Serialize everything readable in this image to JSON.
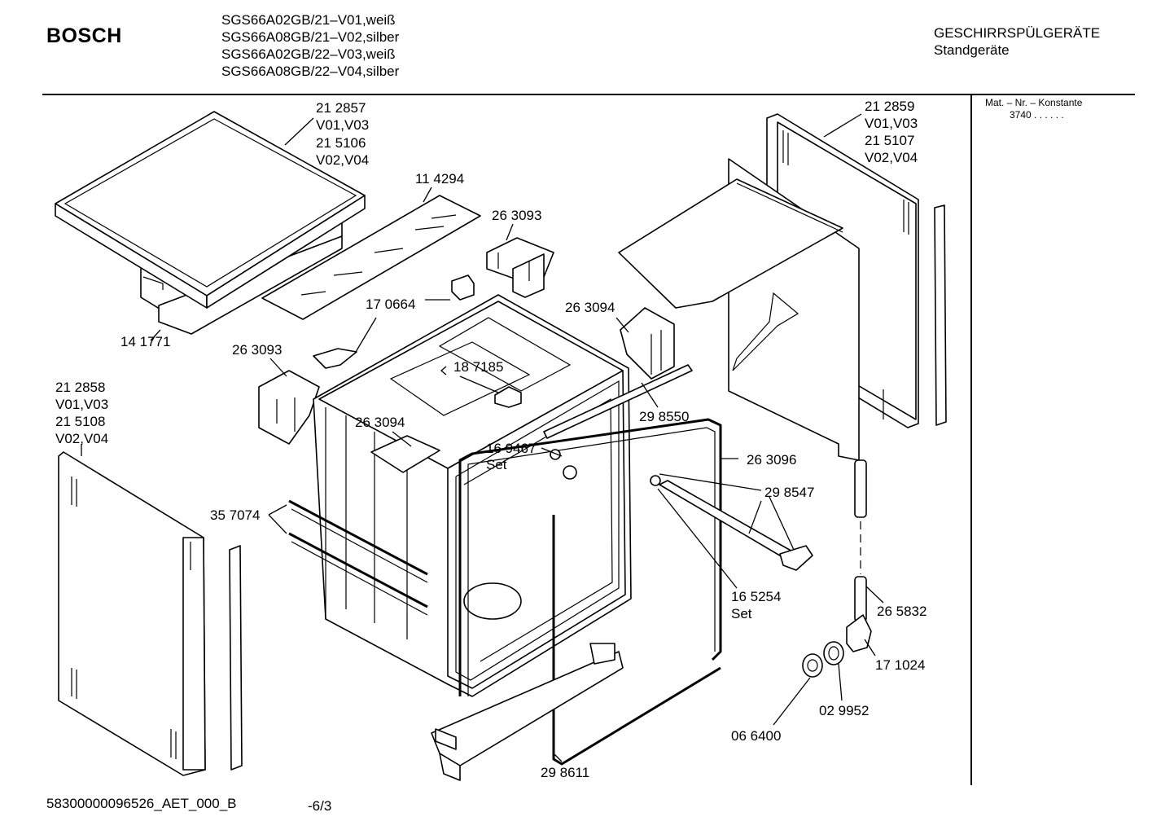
{
  "header": {
    "brand": "BOSCH",
    "models": [
      "SGS66A02GB/21–V01,weiß",
      "SGS66A08GB/21–V02,silber",
      "SGS66A02GB/22–V03,weiß",
      "SGS66A08GB/22–V04,silber"
    ],
    "category": "GESCHIRRSPÜLGERÄTE",
    "subcategory": "Standgeräte"
  },
  "side_note": {
    "label": "Mat. – Nr. – Konstante",
    "code": "3740",
    "dots": ". . . . . ."
  },
  "footer": {
    "doc_number": "58300000096526_AET_000_B",
    "page": "-6/3"
  },
  "part_labels": [
    {
      "id": "p212857",
      "lines": [
        "21 2857",
        "V01,V03",
        "21 5106",
        "V02,V04"
      ]
    },
    {
      "id": "p114294",
      "lines": [
        "11 4294"
      ]
    },
    {
      "id": "p263093a",
      "lines": [
        "26 3093"
      ]
    },
    {
      "id": "p170664",
      "lines": [
        "17 0664"
      ]
    },
    {
      "id": "p141771",
      "lines": [
        "14 1771"
      ]
    },
    {
      "id": "p263093b",
      "lines": [
        "26 3093"
      ]
    },
    {
      "id": "p263094a",
      "lines": [
        "26 3094"
      ]
    },
    {
      "id": "p187185",
      "lines": [
        "18 7185"
      ]
    },
    {
      "id": "p212859",
      "lines": [
        "21 2859",
        "V01,V03",
        "21 5107",
        "V02,V04"
      ]
    },
    {
      "id": "p212858",
      "lines": [
        "21 2858",
        "V01,V03",
        "21 5108",
        "V02,V04"
      ]
    },
    {
      "id": "p263094b",
      "lines": [
        "26 3094"
      ]
    },
    {
      "id": "p298550",
      "lines": [
        "29 8550"
      ]
    },
    {
      "id": "p169467",
      "lines": [
        "16 9467",
        "Set"
      ]
    },
    {
      "id": "p263096",
      "lines": [
        "26 3096"
      ]
    },
    {
      "id": "p298547",
      "lines": [
        "29 8547"
      ]
    },
    {
      "id": "p357074",
      "lines": [
        "35 7074"
      ]
    },
    {
      "id": "p165254",
      "lines": [
        "16 5254",
        "Set"
      ]
    },
    {
      "id": "p265832",
      "lines": [
        "26 5832"
      ]
    },
    {
      "id": "p171024",
      "lines": [
        "17 1024"
      ]
    },
    {
      "id": "p029952",
      "lines": [
        "02 9952"
      ]
    },
    {
      "id": "p066400",
      "lines": [
        "06 6400"
      ]
    },
    {
      "id": "p298611",
      "lines": [
        "29 8611"
      ]
    }
  ]
}
